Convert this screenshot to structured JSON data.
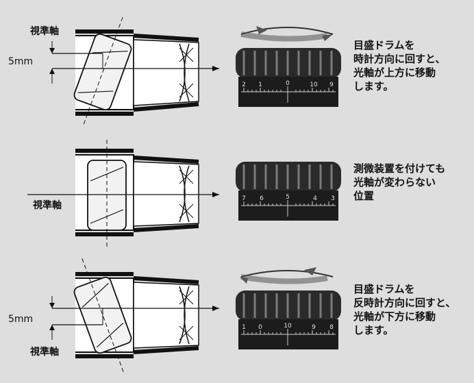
{
  "panels": [
    {
      "id": "top",
      "labels": {
        "axis": "視準軸",
        "offset": "5mm"
      },
      "drum_scale": [
        "2",
        "1",
        "0",
        "10",
        "9"
      ],
      "description": [
        "目盛ドラムを",
        "時計方向に回すと、",
        "光軸が上方に移動",
        "します。"
      ],
      "arrow_direction": "clockwise"
    },
    {
      "id": "middle",
      "labels": {
        "axis": "視準軸"
      },
      "drum_scale": [
        "7",
        "6",
        "5",
        "4",
        "3"
      ],
      "description": [
        "測微装置を付けても",
        "光軸が変わらない",
        "位置"
      ]
    },
    {
      "id": "bottom",
      "labels": {
        "axis": "視準軸",
        "offset": "5mm"
      },
      "drum_scale": [
        "1",
        "0",
        "10",
        "9",
        "8"
      ],
      "description": [
        "目盛ドラムを",
        "反時計方向に回すと、",
        "光軸が下方に移動",
        "します。"
      ],
      "arrow_direction": "counterclockwise"
    }
  ]
}
